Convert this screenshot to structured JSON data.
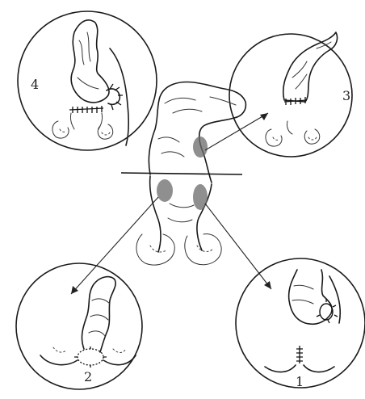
{
  "panels": [
    {
      "id": "panel-1",
      "label": "1"
    },
    {
      "id": "panel-2",
      "label": "2"
    },
    {
      "id": "panel-3",
      "label": "3"
    },
    {
      "id": "panel-4",
      "label": "4"
    }
  ],
  "colors": {
    "ink": "#1a1a1a",
    "shade": "#6a6a6a",
    "background": "#ffffff"
  }
}
